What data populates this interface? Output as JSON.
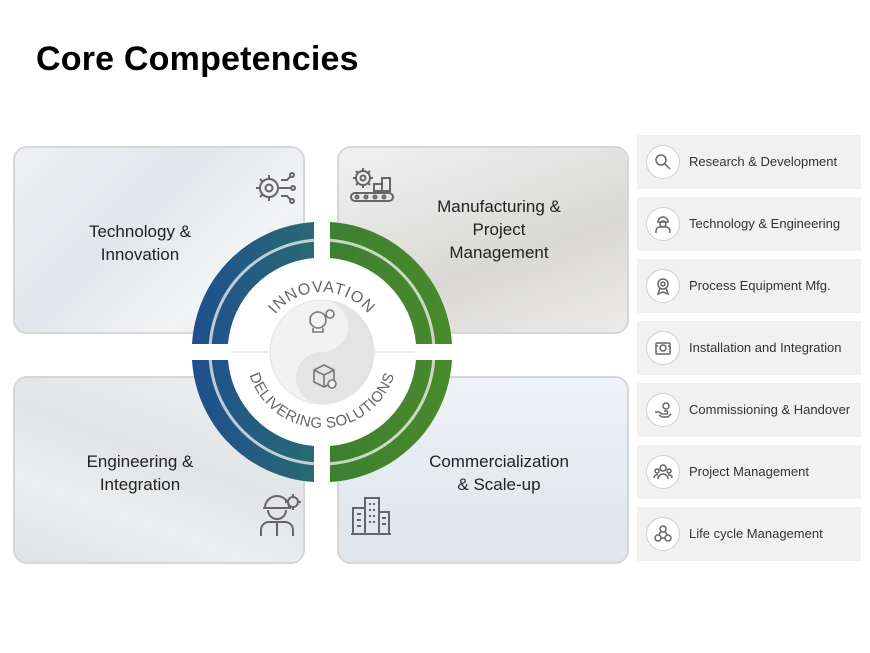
{
  "slide": {
    "title": "Core Competencies"
  },
  "quadrants": {
    "top_left": {
      "label": "Technology &\nInnovation",
      "icon": "circuit-gear-icon"
    },
    "top_right": {
      "label": "Manufacturing &\nProject\nManagement",
      "icon": "gear-conveyor-icon"
    },
    "bottom_left": {
      "label": "Engineering &\nIntegration",
      "icon": "engineer-gear-icon"
    },
    "bottom_right": {
      "label": "Commercialization\n& Scale-up",
      "icon": "buildings-icon"
    }
  },
  "center": {
    "top_arc_text": "INNOVATION",
    "bottom_arc_text": "DELIVERING SOLUTIONS",
    "top_icon": "lightbulb-gear-icon",
    "bottom_icon": "package-check-icon"
  },
  "colors": {
    "blue": "#1f4f8f",
    "teal": "#2a6a72",
    "green": "#4a8a2c",
    "panel_bg": "#f1f1f1"
  },
  "capabilities": [
    {
      "label": "Research & Development",
      "icon": "research-icon"
    },
    {
      "label": "Technology & Engineering",
      "icon": "engineer-icon"
    },
    {
      "label": "Process Equipment Mfg.",
      "icon": "badge-gear-icon"
    },
    {
      "label": "Installation and Integration",
      "icon": "installation-icon"
    },
    {
      "label": "Commissioning & Handover",
      "icon": "handover-icon"
    },
    {
      "label": "Project Management",
      "icon": "team-icon"
    },
    {
      "label": "Life cycle Management",
      "icon": "lifecycle-icon"
    }
  ]
}
